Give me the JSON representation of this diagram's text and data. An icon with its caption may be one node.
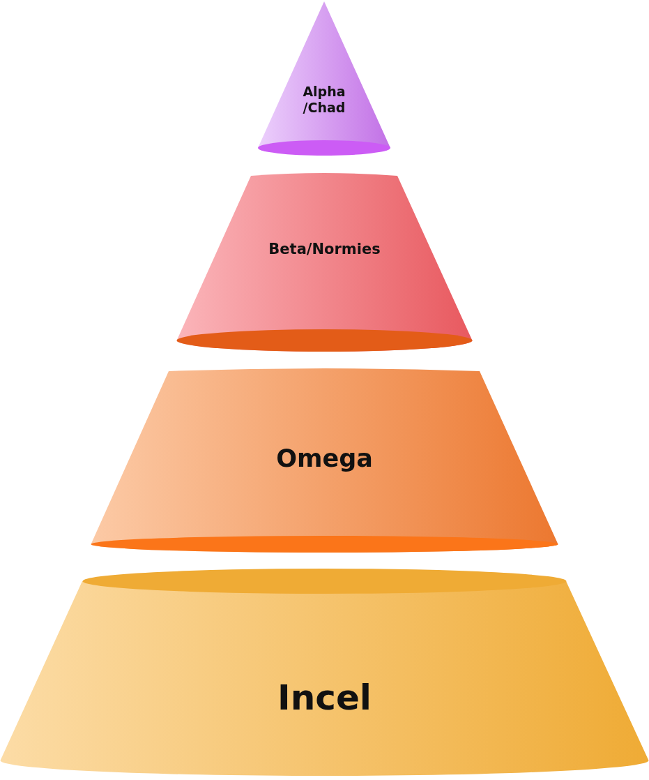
{
  "diagram": {
    "nodes": [
      {
        "text": [
          "Alpha /Chad"
        ]
      },
      {
        "text": [
          "Beta/Normies"
        ]
      },
      {
        "text": [
          "Omega"
        ]
      },
      {
        "text": [
          "Incel"
        ]
      }
    ]
  }
}
